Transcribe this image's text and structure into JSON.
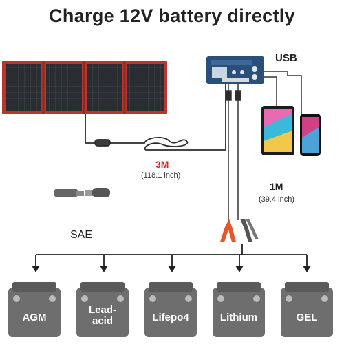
{
  "title": "Charge 12V battery directly",
  "usb_label": "USB",
  "cable_3m": {
    "length": "3M",
    "inches": "(118.1 inch)"
  },
  "cable_1m": {
    "length": "1M",
    "inches": "(39.4 inch)"
  },
  "sae_label": "SAE",
  "batteries": [
    {
      "line1": "AGM",
      "line2": ""
    },
    {
      "line1": "Lead-",
      "line2": "acid"
    },
    {
      "line1": "Lifepo4",
      "line2": ""
    },
    {
      "line1": "Lithium",
      "line2": ""
    },
    {
      "line1": "GEL",
      "line2": ""
    }
  ],
  "colors": {
    "panel_frame": "#b5372f",
    "panel_cells": "#2a2d31",
    "controller": "#2a4f7a",
    "red_accent": "#d9261c",
    "battery_body": "#6e6e6e",
    "clamp_red": "#e2572b",
    "clamp_black": "#555555"
  },
  "icons": [
    "solar-panel-icon",
    "controller-icon",
    "tablet-icon",
    "phone-icon",
    "sae-connector-icon",
    "alligator-clip-icon",
    "battery-icon"
  ]
}
